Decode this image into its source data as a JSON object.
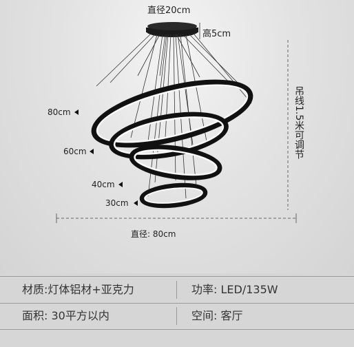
{
  "labels": {
    "top_diameter": "直径20cm",
    "height": "高5cm",
    "hang_wire": "吊线1.5米可调节",
    "ring_80": "80cm",
    "ring_60": "60cm",
    "ring_40": "40cm",
    "ring_30": "30cm",
    "overall_diameter": "直径:   80cm"
  },
  "specs": {
    "material": "材质:灯体铝材+亚克力",
    "power": "功率: LED/135W",
    "area": "面积: 30平方以内",
    "space": "空间: 客厅"
  }
}
